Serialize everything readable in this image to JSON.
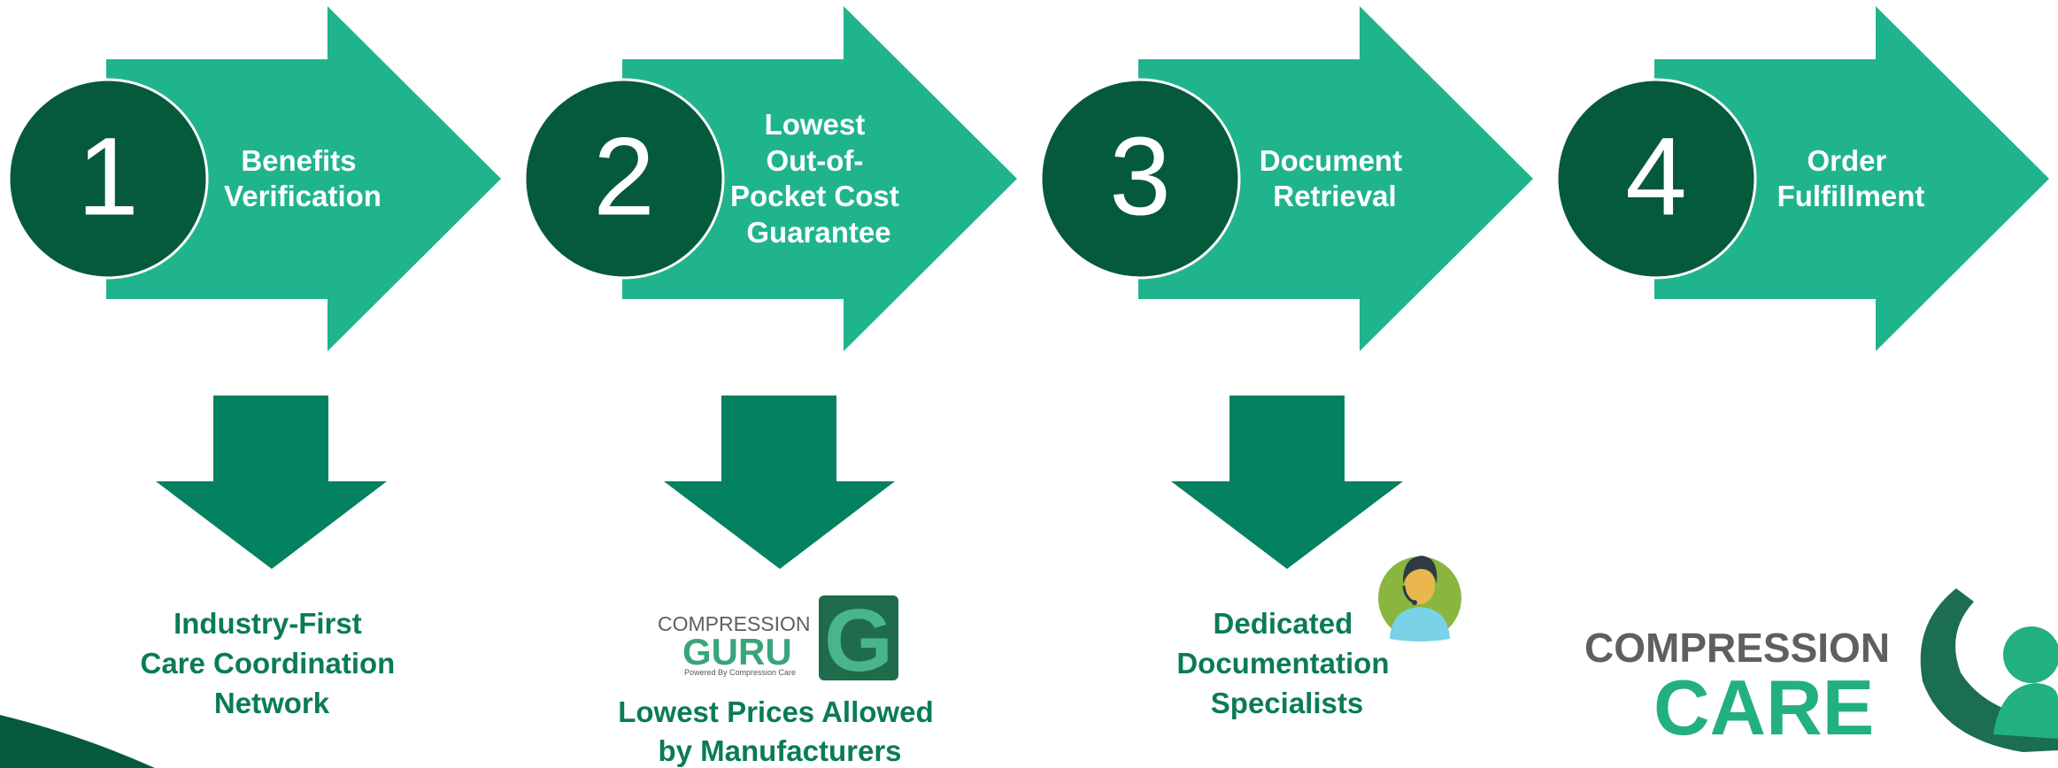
{
  "steps": [
    {
      "number": "1",
      "title_lines": [
        "Benefits",
        "Verification"
      ]
    },
    {
      "number": "2",
      "title_lines": [
        "Lowest",
        "Out-of-",
        "Pocket Cost",
        "Guarantee"
      ]
    },
    {
      "number": "3",
      "title_lines": [
        "Document",
        "Retrieval"
      ]
    },
    {
      "number": "4",
      "title_lines": [
        "Order",
        "Fulfillment"
      ]
    }
  ],
  "details": [
    {
      "caption_lines": [
        "Industry-First",
        "Care Coordination",
        "Network"
      ]
    },
    {
      "caption_lines": [
        "Lowest Prices Allowed",
        "by Manufacturers"
      ]
    },
    {
      "caption_lines": [
        "Dedicated",
        "Documentation",
        "Specialists"
      ]
    }
  ],
  "guru_logo": {
    "top_word": "COMPRESSION",
    "main_word": "GURU",
    "tagline": "Powered By Compression Care",
    "letter": "G"
  },
  "brand_logo": {
    "top_word": "COMPRESSION",
    "main_word": "CARE"
  },
  "colors": {
    "arrow": "#20b48d",
    "circle": "#055a3c",
    "down_arrow": "#048160",
    "caption": "#0a7c55",
    "logo_gray": "#5f5f5f",
    "logo_green": "#23b07f"
  },
  "icons": {
    "specialist": "headset-agent-icon",
    "guru": "compression-guru-logo",
    "brand": "compression-care-logo"
  }
}
